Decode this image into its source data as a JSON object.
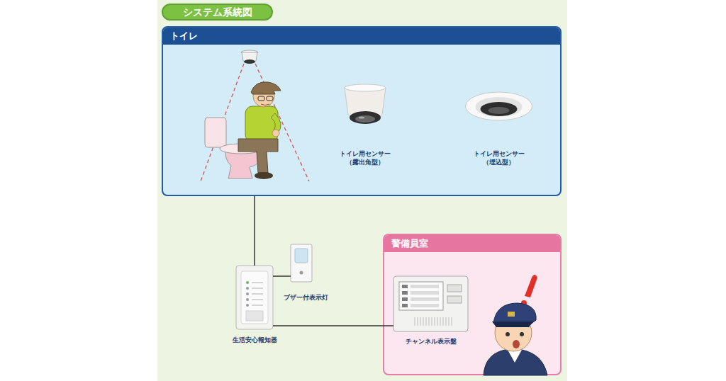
{
  "diagram": {
    "title": "システム系統図",
    "nodes": [
      {
        "text": [
          "トイレ"
        ]
      },
      {
        "text": [
          "トイレ用センサー （露出角型）"
        ],
        "in": 0
      },
      {
        "text": [
          "トイレ用センサー （埋込型）"
        ],
        "in": 0
      },
      {
        "text": [
          "生活安心報知器"
        ]
      },
      {
        "text": [
          "ブザー付表示灯"
        ]
      },
      {
        "text": [
          "警備員室"
        ]
      },
      {
        "text": [
          "チャンネル表示盤"
        ],
        "in": 5
      }
    ],
    "edges": [
      {
        "from": 0,
        "to": 3,
        "arrow": "none"
      },
      {
        "from": 3,
        "to": 4,
        "arrow": "none"
      },
      {
        "from": 3,
        "to": 6,
        "arrow": "none"
      }
    ]
  }
}
